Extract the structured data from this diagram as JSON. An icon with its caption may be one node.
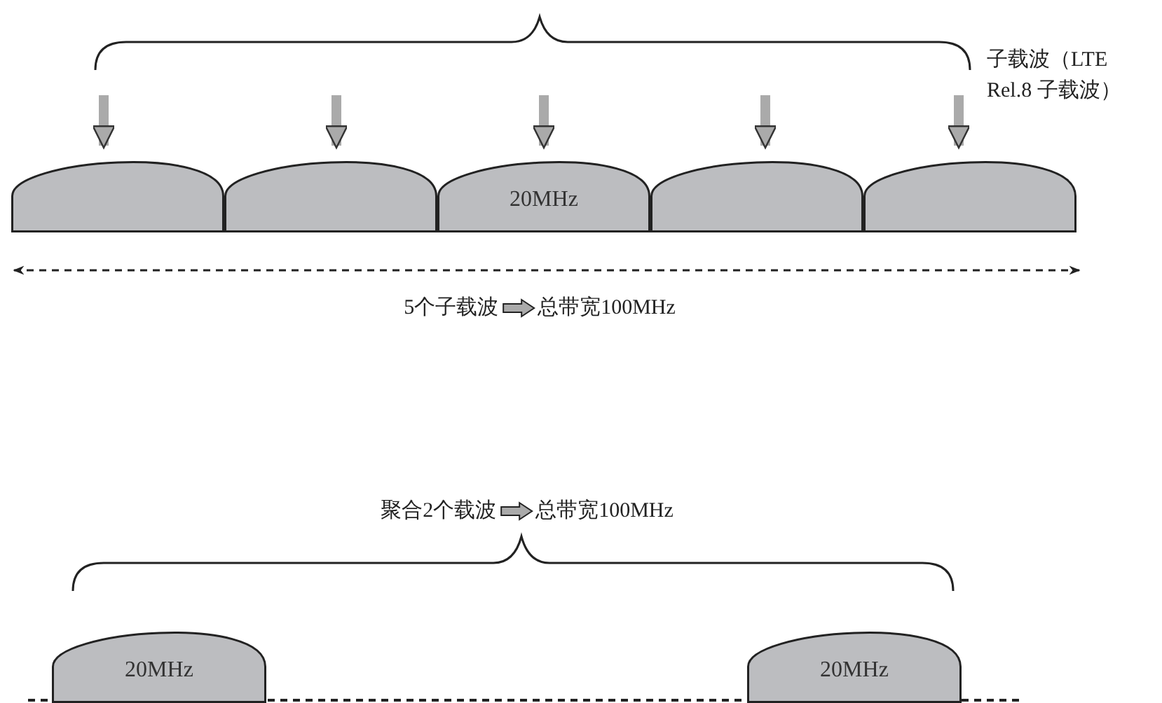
{
  "diagram": {
    "nodes": [
      {
        "text": [],
        "shape": "dome"
      },
      {
        "text": [],
        "shape": "dome"
      },
      {
        "text": [
          "20MHz"
        ]
      },
      {
        "text": [],
        "shape": "dome"
      },
      {
        "text": [],
        "shape": "dome"
      },
      {
        "text": [
          "20MHz"
        ]
      },
      {
        "text": [
          "20MHz"
        ]
      }
    ],
    "edges": [
      {
        "from": null,
        "to": 0,
        "arrow": "to"
      },
      {
        "from": null,
        "to": 1,
        "arrow": "to"
      },
      {
        "from": null,
        "to": 2,
        "arrow": "to"
      },
      {
        "from": null,
        "to": 3,
        "arrow": "to"
      },
      {
        "from": null,
        "to": 4,
        "arrow": "to"
      }
    ],
    "labels": [
      "子载波（LTE Rel.8 子载波）",
      "5个子载波",
      "总带宽100MHz",
      "聚合2个载波",
      "总带宽100MHz"
    ]
  }
}
